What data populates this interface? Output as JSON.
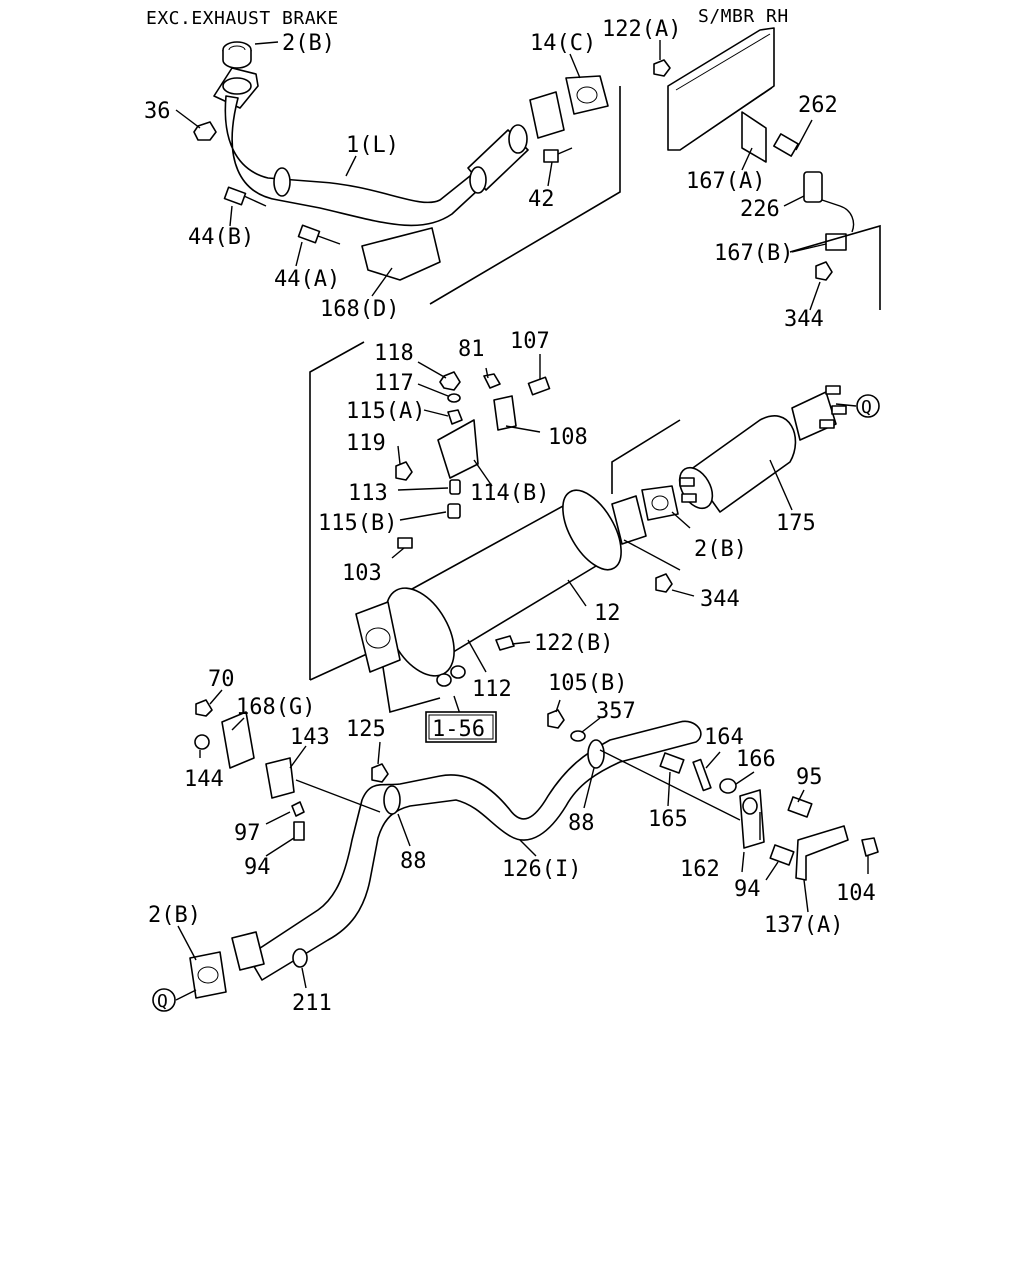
{
  "titles": {
    "exc_exhaust_brake": "EXC.EXHAUST BRAKE",
    "s_mbr_rh": "S/MBR RH"
  },
  "labels": {
    "l_2b_top": "2(B)",
    "l_36": "36",
    "l_1l": "1(L)",
    "l_14c": "14(C)",
    "l_42": "42",
    "l_44b": "44(B)",
    "l_44a": "44(A)",
    "l_168d": "168(D)",
    "l_122a": "122(A)",
    "l_262": "262",
    "l_167a": "167(A)",
    "l_226": "226",
    "l_167b": "167(B)",
    "l_344_top": "344",
    "l_118": "118",
    "l_81": "81",
    "l_107": "107",
    "l_117": "117",
    "l_115a": "115(A)",
    "l_108": "108",
    "l_119": "119",
    "l_113": "113",
    "l_114b": "114(B)",
    "l_115b": "115(B)",
    "l_103": "103",
    "l_12": "12",
    "l_2b_mid": "2(B)",
    "l_344_mid": "344",
    "l_175": "175",
    "l_122b": "122(B)",
    "l_112": "112",
    "l_70": "70",
    "l_168g": "168(G)",
    "l_143": "143",
    "l_144": "144",
    "l_125": "125",
    "l_105b": "105(B)",
    "l_357": "357",
    "l_164": "164",
    "l_166": "166",
    "l_97": "97",
    "l_94_left": "94",
    "l_88_left": "88",
    "l_88_right": "88",
    "l_165": "165",
    "l_95": "95",
    "l_126i": "126(I)",
    "l_162": "162",
    "l_94_right": "94",
    "l_104": "104",
    "l_137a": "137(A)",
    "l_2b_bottom": "2(B)",
    "l_211": "211"
  },
  "references": {
    "page_ref": "1-56",
    "connector_top": "Q",
    "connector_bottom": "Q"
  }
}
